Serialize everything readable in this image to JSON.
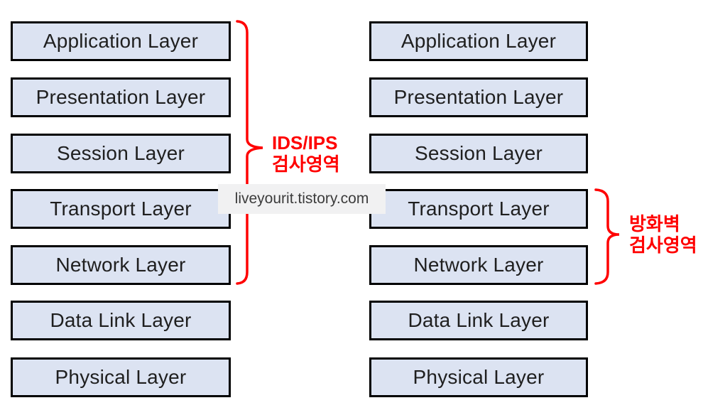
{
  "diagram": {
    "left_stack": {
      "layers": [
        "Application Layer",
        "Presentation Layer",
        "Session Layer",
        "Transport Layer",
        "Network Layer",
        "Data Link Layer",
        "Physical Layer"
      ]
    },
    "right_stack": {
      "layers": [
        "Application Layer",
        "Presentation Layer",
        "Session Layer",
        "Transport Layer",
        "Network Layer",
        "Data Link Layer",
        "Physical Layer"
      ]
    },
    "left_annotation": {
      "line1": "IDS/IPS",
      "line2": "검사영역"
    },
    "right_annotation": {
      "line1": "방화벽",
      "line2": "검사영역"
    },
    "watermark": "liveyourit.tistory.com",
    "colors": {
      "box_fill": "#dce3f2",
      "box_border": "#000000",
      "annotation_red": "#ff0000",
      "watermark_bg": "#f1f1f2",
      "watermark_text": "#3c3c3c"
    }
  }
}
